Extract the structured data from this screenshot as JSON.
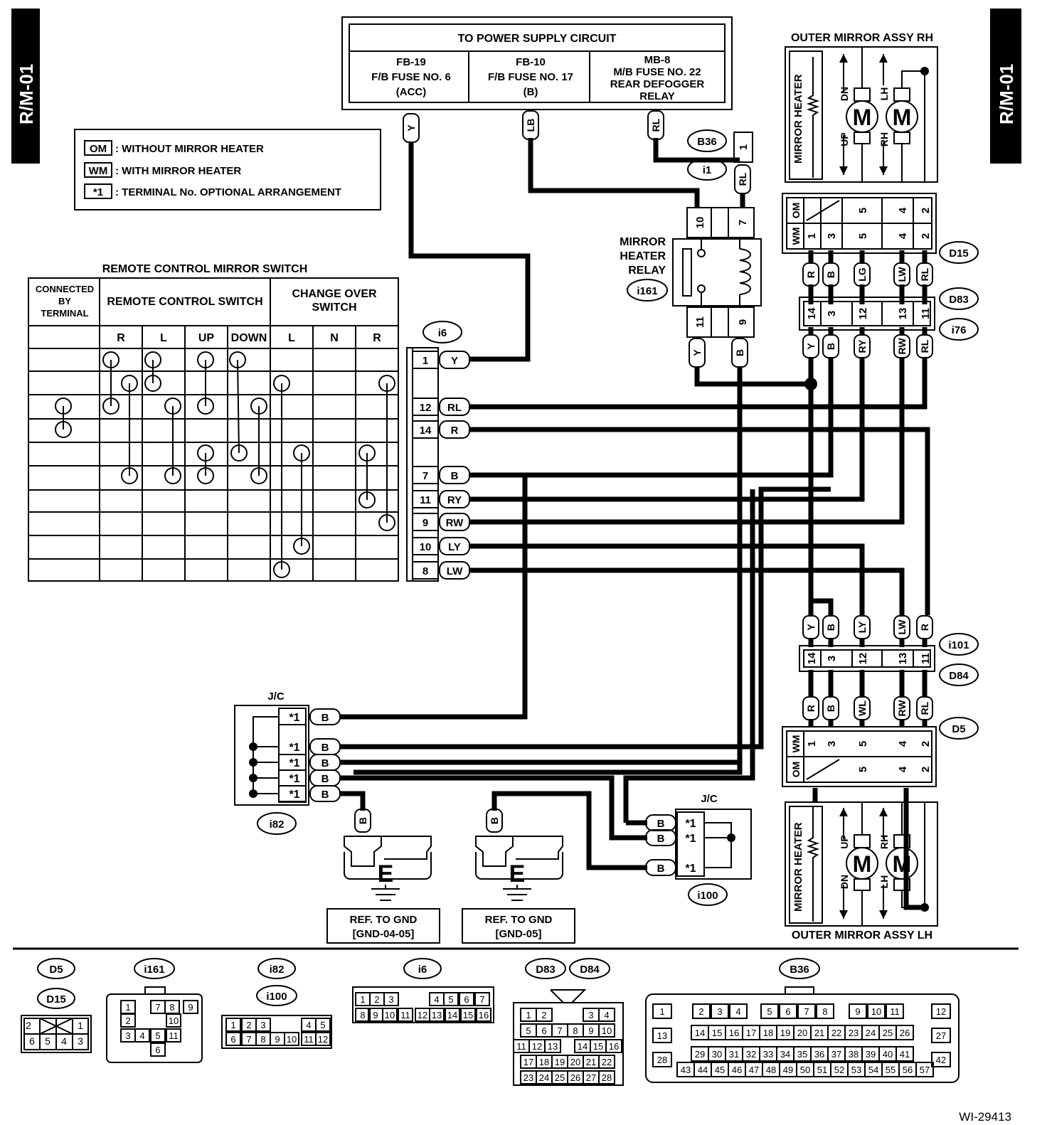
{
  "page": {
    "code_left": "R/M-01",
    "code_right": "R/M-01",
    "figure_no": "WI-29413"
  },
  "legend": [
    {
      "key": "OM",
      "text": ": WITHOUT MIRROR HEATER"
    },
    {
      "key": "WM",
      "text": ": WITH MIRROR HEATER"
    },
    {
      "key": "*1",
      "text": ": TERMINAL No. OPTIONAL ARRANGEMENT"
    }
  ],
  "power": {
    "title": "TO POWER SUPPLY CIRCUIT",
    "fuses": [
      {
        "l1": "FB-19",
        "l2": "F/B FUSE NO. 6",
        "l3": "(ACC)"
      },
      {
        "l1": "FB-10",
        "l2": "F/B FUSE NO. 17",
        "l3": "(B)"
      },
      {
        "l1": "MB-8",
        "l2": "M/B FUSE NO. 22",
        "l3": "REAR DEFOGGER",
        "l4": "RELAY"
      }
    ]
  },
  "switch": {
    "title": "REMOTE CONTROL MIRROR SWITCH",
    "col_connected": [
      "CONNECTED",
      "BY",
      "TERMINAL"
    ],
    "col_remote": "REMOTE CONTROL SWITCH",
    "col_change": [
      "CHANGE OVER",
      "SWITCH"
    ],
    "remote_sub": [
      "R",
      "L",
      "UP",
      "DOWN"
    ],
    "change_sub": [
      "L",
      "N",
      "R"
    ]
  },
  "relay": {
    "label": [
      "MIRROR",
      "HEATER",
      "RELAY"
    ],
    "id": "i161",
    "pins_top": [
      "10",
      "7"
    ],
    "pins_bottom": [
      "11",
      "9"
    ]
  },
  "connectors": {
    "b36": "B36",
    "i1": "i1",
    "b36_pin": "1",
    "i6": "i6",
    "d15": "D15",
    "d83": "D83",
    "i76": "i76",
    "i101": "i101",
    "d84": "D84",
    "d5": "D5",
    "i82": "i82",
    "i100": "i100",
    "jc": "J/C"
  },
  "wires_top": {
    "y": "Y",
    "lb": "LB",
    "rl": "RL",
    "rl2": "RL"
  },
  "i6_pins": [
    {
      "pin": "1",
      "color": "Y"
    },
    {
      "pin": "12",
      "color": "RL"
    },
    {
      "pin": "14",
      "color": "R"
    },
    {
      "pin": "7",
      "color": "B"
    },
    {
      "pin": "11",
      "color": "RY"
    },
    {
      "pin": "9",
      "color": "RW"
    },
    {
      "pin": "10",
      "color": "LY"
    },
    {
      "pin": "8",
      "color": "LW"
    }
  ],
  "mirror_rh": {
    "title": "OUTER MIRROR ASSY RH",
    "heater": "MIRROR HEATER",
    "dn": "DN",
    "up": "UP",
    "lh": "LH",
    "rh": "RH",
    "m": "M",
    "om": "OM",
    "wm": "WM",
    "pins_om": [
      "5",
      "4",
      "2"
    ],
    "pins_wm": [
      "1",
      "3",
      "5",
      "4",
      "2"
    ]
  },
  "mirror_lh": {
    "title": "OUTER MIRROR ASSY LH",
    "heater": "MIRROR HEATER",
    "dn": "DN",
    "up": "UP",
    "lh": "LH",
    "rh": "RH",
    "m": "M",
    "om": "OM",
    "wm": "WM",
    "pins_om": [
      "5",
      "4",
      "2"
    ],
    "pins_wm": [
      "1",
      "3",
      "5",
      "4",
      "2"
    ]
  },
  "rh_colors_1": [
    "R",
    "B",
    "LG",
    "LW",
    "RL"
  ],
  "rh_pins_d83": [
    "14",
    "3",
    "12",
    "13",
    "11"
  ],
  "rh_colors_2": [
    "Y",
    "B",
    "RY",
    "RW",
    "RL"
  ],
  "lh_colors_1": [
    "Y",
    "B",
    "LY",
    "LW",
    "R"
  ],
  "lh_pins_d84": [
    "14",
    "3",
    "12",
    "13",
    "11"
  ],
  "lh_colors_2": [
    "R",
    "B",
    "WL",
    "RW",
    "RL"
  ],
  "jc_left": {
    "rows": [
      "*1",
      "*1",
      "*1",
      "*1",
      "*1"
    ],
    "color": "B"
  },
  "jc_right": {
    "rows": [
      "*1",
      "*1",
      "*1"
    ],
    "color": "B"
  },
  "grounds": [
    {
      "wire": "B",
      "sym": "E",
      "ref1": "REF. TO GND",
      "ref2": "[GND-04-05]"
    },
    {
      "wire": "B",
      "sym": "E",
      "ref1": "REF. TO GND",
      "ref2": "[GND-05]"
    }
  ],
  "faces": {
    "d5": "D5",
    "d15": "D15",
    "i161": "i161",
    "i82": "i82",
    "i100": "i100",
    "i6": "i6",
    "d83": "D83",
    "d84": "D84",
    "b36": "B36"
  }
}
